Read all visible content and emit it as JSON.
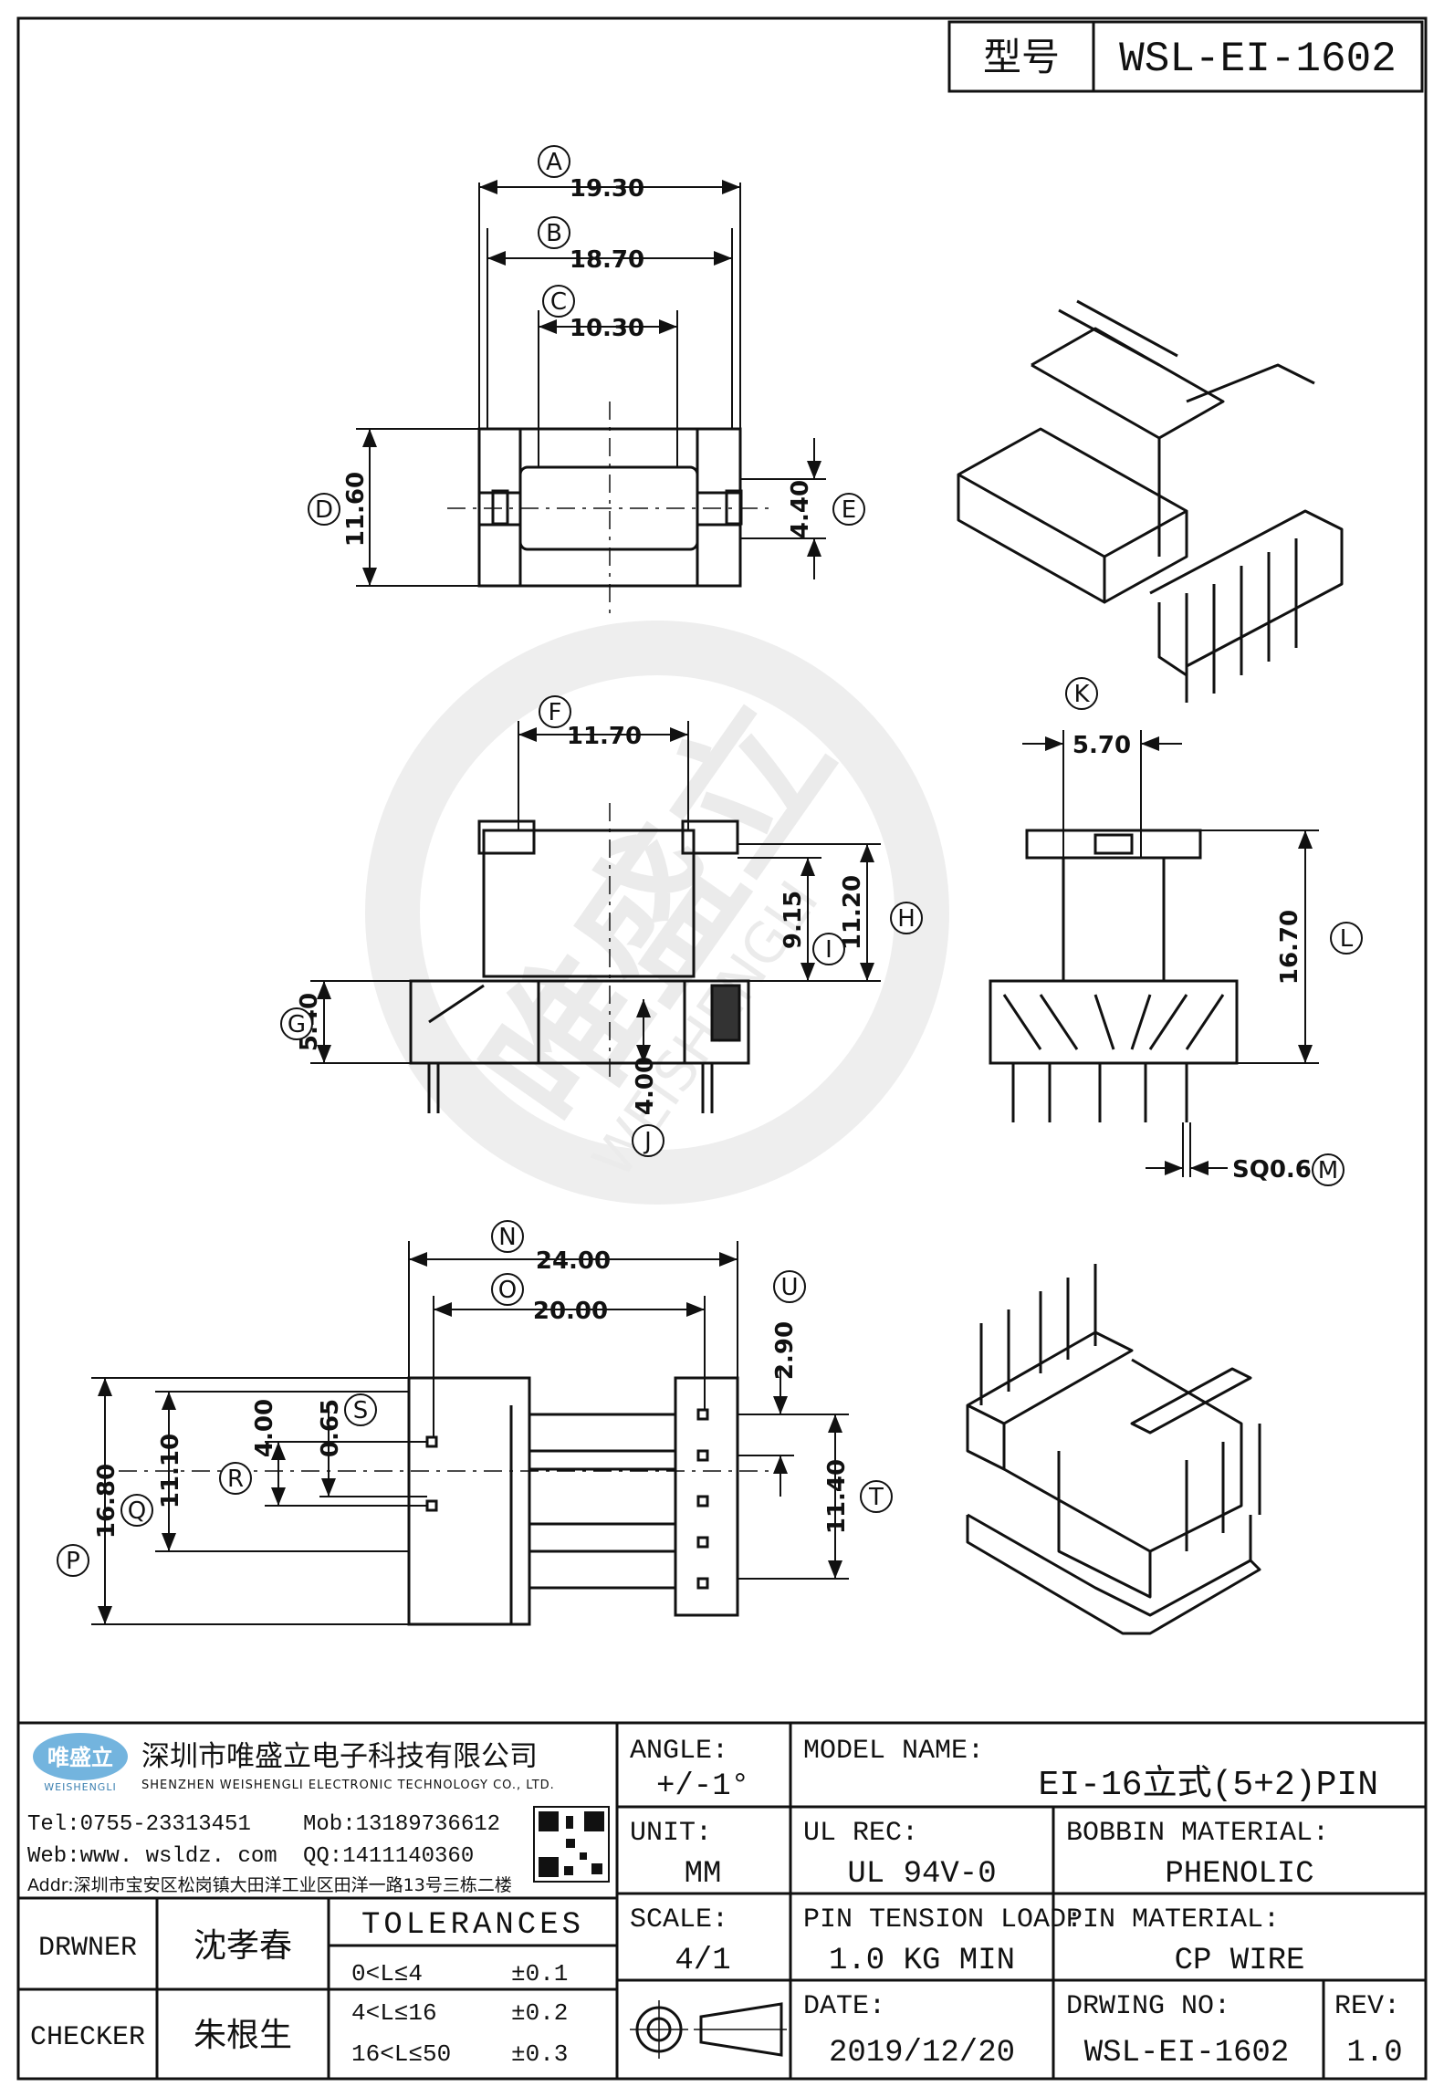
{
  "header": {
    "type_label": "型号",
    "type_value": "WSL-EI-1602"
  },
  "watermark": {
    "text_cn": "唯盛立",
    "text_en": "WEISHENGLI"
  },
  "dimensions": {
    "A": "19.30",
    "B": "18.70",
    "C": "10.30",
    "D": "11.60",
    "E": "4.40",
    "F": "11.70",
    "G": "5.40",
    "H": "11.20",
    "I": "9.15",
    "J": "4.00",
    "K": "5.70",
    "L": "16.70",
    "M": "SQ0.60",
    "N": "24.00",
    "O": "20.00",
    "P": "16.80",
    "Q": "11.10",
    "R": "4.00",
    "S": "0.65",
    "T": "11.40",
    "U": "2.90"
  },
  "callouts": [
    "A",
    "B",
    "C",
    "D",
    "E",
    "F",
    "G",
    "H",
    "I",
    "J",
    "K",
    "L",
    "M",
    "N",
    "O",
    "P",
    "Q",
    "R",
    "S",
    "T",
    "U"
  ],
  "company": {
    "logo_cn": "唯盛立",
    "logo_en": "WEISHENGLI",
    "name_cn": "深圳市唯盛立电子科技有限公司",
    "name_en": "SHENZHEN WEISHENGLI ELECTRONIC TECHNOLOGY CO., LTD.",
    "tel": "Tel:0755-23313451",
    "mob": "Mob:13189736612",
    "web": "Web:www. wsldz. com",
    "qq": "QQ:1411140360",
    "addr": "Addr:深圳市宝安区松岗镇大田洋工业区田洋一路13号三栋二楼"
  },
  "title_block": {
    "angle_label": "ANGLE:",
    "angle_value": "+/-1°",
    "model_label": "MODEL NAME:",
    "model_value": "EI-16立式(5+2)PIN",
    "unit_label": "UNIT:",
    "unit_value": "MM",
    "ul_label": "UL REC:",
    "ul_value": "UL 94V-0",
    "bobbin_label": "BOBBIN MATERIAL:",
    "bobbin_value": "PHENOLIC",
    "scale_label": "SCALE:",
    "scale_value": "4/1",
    "tension_label": "PIN TENSION LOAD:",
    "tension_value": "1.0 KG MIN",
    "pin_label": "PIN MATERIAL:",
    "pin_value": "CP WIRE",
    "date_label": "DATE:",
    "date_value": "2019/12/20",
    "drwno_label": "DRWING NO:",
    "drwno_value": "WSL-EI-1602",
    "rev_label": "REV:",
    "rev_value": "1.0",
    "drawer_label": "DRWNER",
    "drawer_value": "沈孝春",
    "checker_label": "CHECKER",
    "checker_value": "朱根生",
    "tol_label": "TOLERANCES",
    "tolerances": [
      {
        "range": "0<L≤4",
        "value": "±0.1"
      },
      {
        "range": "4<L≤16",
        "value": "±0.2"
      },
      {
        "range": "16<L≤50",
        "value": "±0.3"
      }
    ]
  }
}
